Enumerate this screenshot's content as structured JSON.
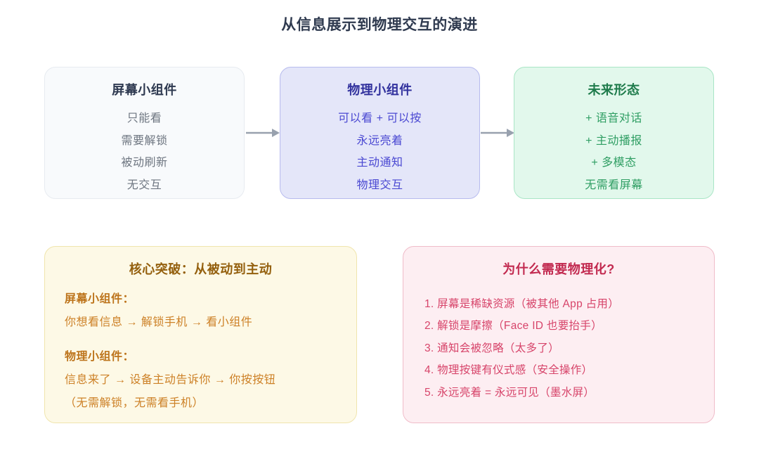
{
  "title": "从信息展示到物理交互的演进",
  "colors": {
    "page_bg": "#ffffff",
    "title_text": "#2f3a4f",
    "arrow": "#98a1ae",
    "screen_box": {
      "bg": "#f8fafc",
      "border": "#e7ebf0",
      "title": "#2e3950",
      "item": "#6e7681"
    },
    "physical_box": {
      "bg": "#e4e6f9",
      "border": "#b7bbee",
      "title": "#32329e",
      "item": "#4a48d2"
    },
    "future_box": {
      "bg": "#e2f8ec",
      "border": "#a9e6c6",
      "title": "#1e7b4b",
      "item": "#2f9e63"
    },
    "breakthrough_box": {
      "bg": "#fdf9e6",
      "border": "#f0e5ad",
      "title": "#94600e",
      "heading": "#bd741b",
      "body": "#cd8127"
    },
    "why_box": {
      "bg": "#fdeef2",
      "border": "#f0bcc9",
      "title": "#c22a50",
      "item": "#d7446a"
    }
  },
  "flow": {
    "boxes": [
      {
        "title": "屏幕小组件",
        "items": [
          "只能看",
          "需要解锁",
          "被动刷新",
          "无交互"
        ]
      },
      {
        "title": "物理小组件",
        "items": [
          "可以看 + 可以按",
          "永远亮着",
          "主动通知",
          "物理交互"
        ]
      },
      {
        "title": "未来形态",
        "items": [
          "+ 语音对话",
          "+ 主动播报",
          "+ 多模态",
          "无需看屏幕"
        ]
      }
    ]
  },
  "breakthrough": {
    "title": "核心突破：从被动到主动",
    "sections": [
      {
        "heading": "屏幕小组件：",
        "lines": [
          "你想看信息 → 解锁手机 → 看小组件"
        ]
      },
      {
        "heading": "物理小组件：",
        "lines": [
          "信息来了 → 设备主动告诉你 → 你按按钮",
          "（无需解锁，无需看手机）"
        ]
      }
    ]
  },
  "why_physical": {
    "title": "为什么需要物理化?",
    "items": [
      "1. 屏幕是稀缺资源（被其他 App 占用）",
      "2. 解锁是摩擦（Face ID 也要抬手）",
      "3. 通知会被忽略（太多了）",
      "4. 物理按键有仪式感（安全操作）",
      "5. 永远亮着 = 永远可见（墨水屏）"
    ]
  }
}
